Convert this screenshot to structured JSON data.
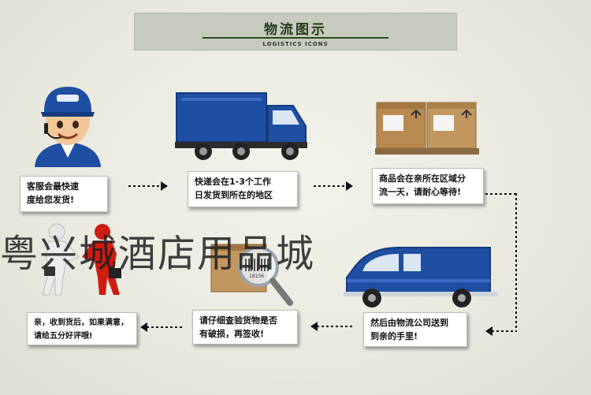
{
  "header": {
    "title": "物流图示",
    "subtitle": "LOGISTICS ICONS"
  },
  "steps": [
    {
      "text": "客服会最快速\n度给您发货!"
    },
    {
      "text": "快递会在1-3个工作\n日发货到所在的地区"
    },
    {
      "text": "商品会在亲所在区域分\n流一天，请耐心等待!"
    },
    {
      "text": "然后由物流公司送到\n到亲的手里!"
    },
    {
      "text": "请仔细查验货物是否\n有破损，再签收!"
    },
    {
      "text": "亲，收到货后，如果满意，\n请给五分好评哦!"
    }
  ],
  "watermark": "粤兴城酒店用品城",
  "barcode_text": "18156",
  "icons": [
    "customer-service-icon",
    "truck-icon",
    "boxes-pallet-icon",
    "van-icon",
    "inspect-package-icon",
    "handshake-icon"
  ],
  "colors": {
    "truck_blue": "#1f4fa3",
    "box_brown": "#b88a52",
    "header_bg": "#c6cbbd",
    "handshake_red": "#d01b10"
  }
}
